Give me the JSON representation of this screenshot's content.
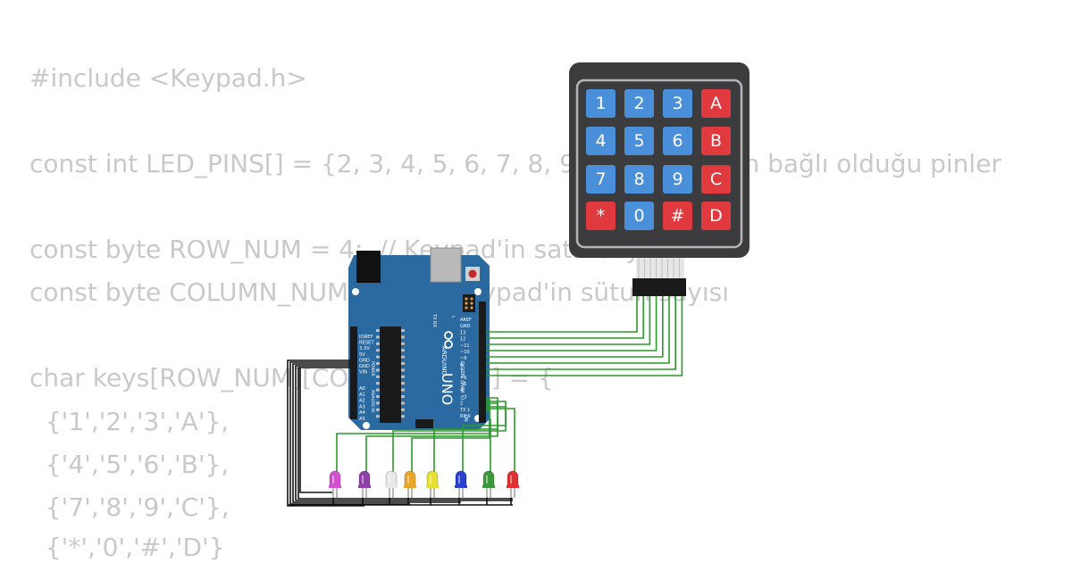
{
  "code": {
    "lines": [
      "#include <Keypad.h>",
      "const int LED_PINS[] = {2, 3, 4, 5, 6, 7, 8, 9};   // LED'lerin bağlı olduğu pinler",
      "const byte ROW_NUM = 4;  // Keypad'in satır sayısı",
      "const byte COLUMN_NUM = 4;  // Keypad'in sütun sayısı",
      "char keys[ROW_NUM][COLUMN_NUM] = {",
      "  {'1','2','3','A'},",
      "  {'4','5','6','B'},",
      "  {'7','8','9','C'},",
      "  {'*','0','#','D'}"
    ]
  },
  "keypad": {
    "keys": [
      [
        "1",
        "2",
        "3",
        "A"
      ],
      [
        "4",
        "5",
        "6",
        "B"
      ],
      [
        "7",
        "8",
        "9",
        "C"
      ],
      [
        "*",
        "0",
        "#",
        "D"
      ]
    ],
    "colors": {
      "body": "#3c3c3e",
      "digit_key": "#4a8fd9",
      "symbol_key": "#e0393e"
    }
  },
  "arduino": {
    "brand": "ARDUINO",
    "model": "UNO",
    "power_pins": [
      "IOREF",
      "RESET",
      "3.3V",
      "5V",
      "GND",
      "GND",
      "VIN"
    ],
    "analog_pins": [
      "A0",
      "A1",
      "A2",
      "A3",
      "A4",
      "A5"
    ],
    "digital_pins": [
      "AREF",
      "GND",
      "13",
      "12",
      "~11",
      "~10",
      "~9",
      "8",
      "7",
      "~6",
      "~5",
      "4",
      "~3",
      "2",
      "TX 1",
      "RX 0"
    ],
    "digital_label": "DIGITAL (PWM ~)",
    "power_label": "POWER",
    "analog_label": "ANALOG IN",
    "tx_label": "TX",
    "rx_label": "RX",
    "on_label": "ON",
    "l_label": "L",
    "color": "#2a6aa1"
  },
  "leds": {
    "colors": [
      "#d24fd0",
      "#8e3fa8",
      "#e8e8e8",
      "#e8a52a",
      "#e8e030",
      "#2a3fd0",
      "#3a9a3a",
      "#e03030"
    ]
  },
  "wires": {
    "signal_color": "#2a9a2a",
    "ground_color": "#111111"
  }
}
